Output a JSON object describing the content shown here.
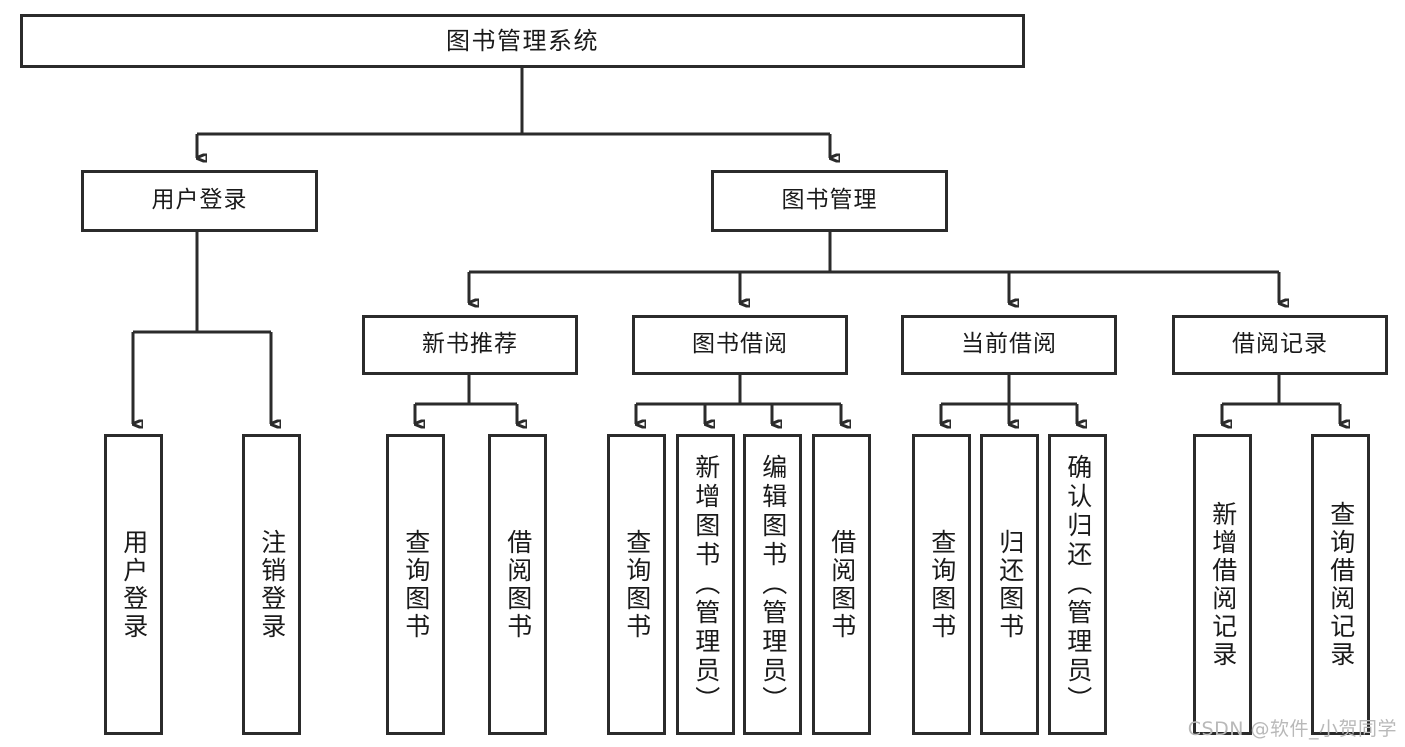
{
  "diagram": {
    "title": "图书管理系统",
    "type": "tree-hierarchy",
    "watermark": "CSDN @软件_小贺同学",
    "colors": {
      "stroke": "#2b2b2b",
      "fill": "#ffffff",
      "text": "#1a1a1a",
      "watermark": "#b9b9b9"
    }
  },
  "nodes": {
    "root": {
      "label": "图书管理系统"
    },
    "level2": [
      {
        "id": "user-login",
        "label": "用户登录"
      },
      {
        "id": "book-manage",
        "label": "图书管理"
      }
    ],
    "level3": [
      {
        "id": "new-book-recommend",
        "label": "新书推荐"
      },
      {
        "id": "book-borrow",
        "label": "图书借阅"
      },
      {
        "id": "current-borrow",
        "label": "当前借阅"
      },
      {
        "id": "borrow-record",
        "label": "借阅记录"
      }
    ],
    "leaves": {
      "user-login": [
        {
          "id": "leaf-user-login",
          "label": "用户登录"
        },
        {
          "id": "leaf-logout-login",
          "label": "注销登录"
        }
      ],
      "new-book-recommend": [
        {
          "id": "leaf-query-book-1",
          "label": "查询图书"
        },
        {
          "id": "leaf-borrow-book-1",
          "label": "借阅图书"
        }
      ],
      "book-borrow": [
        {
          "id": "leaf-query-book-2",
          "label": "查询图书"
        },
        {
          "id": "leaf-add-book",
          "label": "新增图书（管理员）"
        },
        {
          "id": "leaf-edit-book",
          "label": "编辑图书（管理员）"
        },
        {
          "id": "leaf-borrow-book-2",
          "label": "借阅图书"
        }
      ],
      "current-borrow": [
        {
          "id": "leaf-query-book-3",
          "label": "查询图书"
        },
        {
          "id": "leaf-return-book",
          "label": "归还图书"
        },
        {
          "id": "leaf-confirm-return",
          "label": "确认归还（管理员）"
        }
      ],
      "borrow-record": [
        {
          "id": "leaf-add-record",
          "label": "新增借阅记录"
        },
        {
          "id": "leaf-query-record",
          "label": "查询借阅记录"
        }
      ]
    }
  }
}
